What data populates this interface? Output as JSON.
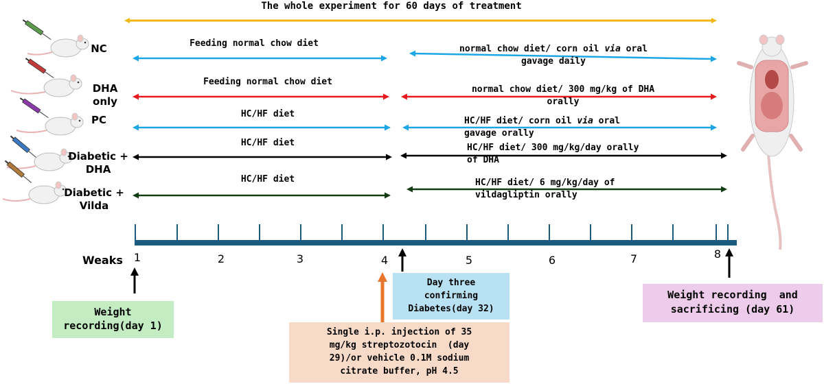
{
  "title": "The whole experiment for 60 days of treatment",
  "groups": [
    {
      "label": "NC",
      "phase1": "Feeding normal chow diet",
      "phase2_line1": "normal chow diet/ corn oil ",
      "phase2_italic": "via",
      "phase2_line1_end": " oral",
      "phase2_line2": "gavage daily"
    },
    {
      "label_line1": "DHA",
      "label_line2": "only",
      "phase1": "Feeding normal chow diet",
      "phase2_line1": "normal chow diet/ 300 mg/kg of DHA",
      "phase2_line2": "orally"
    },
    {
      "label": "PC",
      "phase1": "HC/HF diet",
      "phase2_line1": "HC/HF diet/ corn oil ",
      "phase2_italic": "via",
      "phase2_line1_end": " oral",
      "phase2_line2": "gavage orally"
    },
    {
      "label_line1": "Diabetic +",
      "label_line2": "DHA",
      "phase1": "HC/HF diet",
      "phase2_line1": "HC/HF diet/ 300 mg/kg/day orally",
      "phase2_line2": "of DHA"
    },
    {
      "label_line1": "Diabetic +",
      "label_line2": "Vilda",
      "phase1": "HC/HF diet",
      "phase2_line1": "HC/HF diet/ 6 mg/kg/day of",
      "phase2_line2": "vildagliptin orally"
    }
  ],
  "timeline": {
    "axis_label": "Weaks",
    "week_labels": [
      "1",
      "2",
      "3",
      "4",
      "5",
      "6",
      "7",
      "8"
    ]
  },
  "events": {
    "day1_line1": "Weight",
    "day1_line2": "recording(day 1)",
    "injection_line1": "Single i.p. injection of 35",
    "injection_line2": "mg/kg streptozotocin  (day",
    "injection_line3": "29)/or vehicle 0.1M sodium",
    "injection_line4": "citrate buffer, pH 4.5",
    "confirm_line1": "Day three",
    "confirm_line2": "confirming",
    "confirm_line3": "Diabetes(day 32)",
    "end_line1": "Weight recording  and",
    "end_line2": "sacrificing (day 61)"
  },
  "colors": {
    "title_arrow": "#f2b712",
    "nc": "#1ba6e6",
    "dha_only": "#e8191c",
    "pc": "#1ba6e6",
    "diabetic_dha": "#000000",
    "diabetic_vilda": "#123d12",
    "timeline_bar": "#1c5a80",
    "injection_arrow": "#e8772e",
    "box_green": "#c3ecc3",
    "box_peach": "#f8dac9",
    "box_blue": "#b8e2f4",
    "box_pink": "#ecccea"
  }
}
